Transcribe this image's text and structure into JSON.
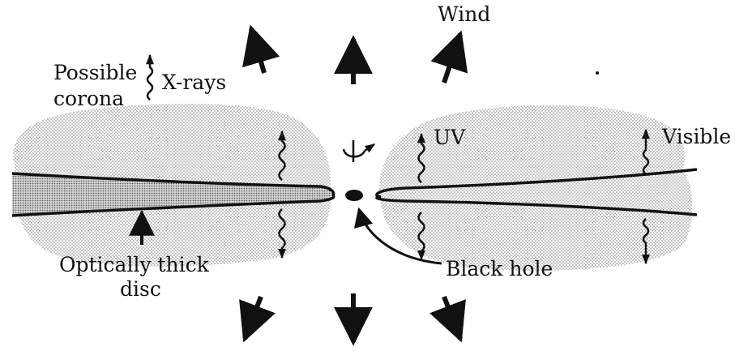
{
  "labels": {
    "wind": "Wind",
    "possible_corona_line1": "Possible",
    "possible_corona_line2": "corona",
    "xrays": "X-rays",
    "uv": "UV",
    "visible": "Visible",
    "optically_thick_line1": "Optically thick",
    "optically_thick_line2": "disc",
    "black_hole": "Black hole"
  },
  "colors": {
    "ink": "#111111",
    "corona_stipple": "#b9b9b9",
    "background": "#ffffff"
  },
  "icons": {
    "rotation": "spin-axis-icon",
    "emission": "wavy-arrow-icon",
    "outflow": "arrow-icon"
  }
}
